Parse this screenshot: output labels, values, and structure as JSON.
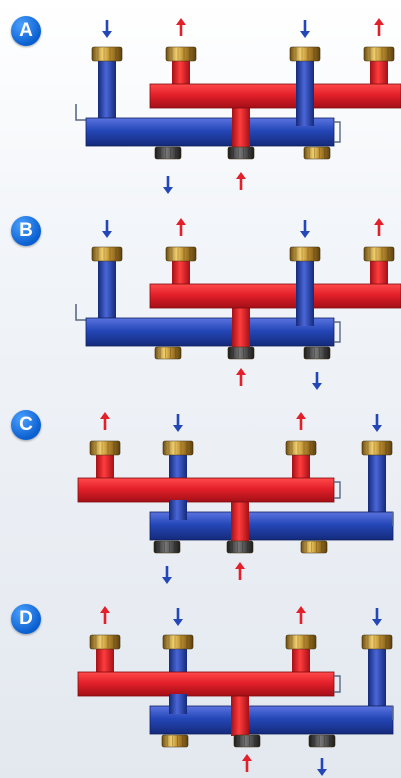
{
  "variants": [
    {
      "label": "A"
    },
    {
      "label": "B"
    },
    {
      "label": "C"
    },
    {
      "label": "D"
    }
  ],
  "colors": {
    "supply": "#e3202a",
    "return": "#2447b8",
    "brass": "#b98b2e",
    "gasket": "#3a3a3a",
    "badge": "#0a6ad8"
  }
}
